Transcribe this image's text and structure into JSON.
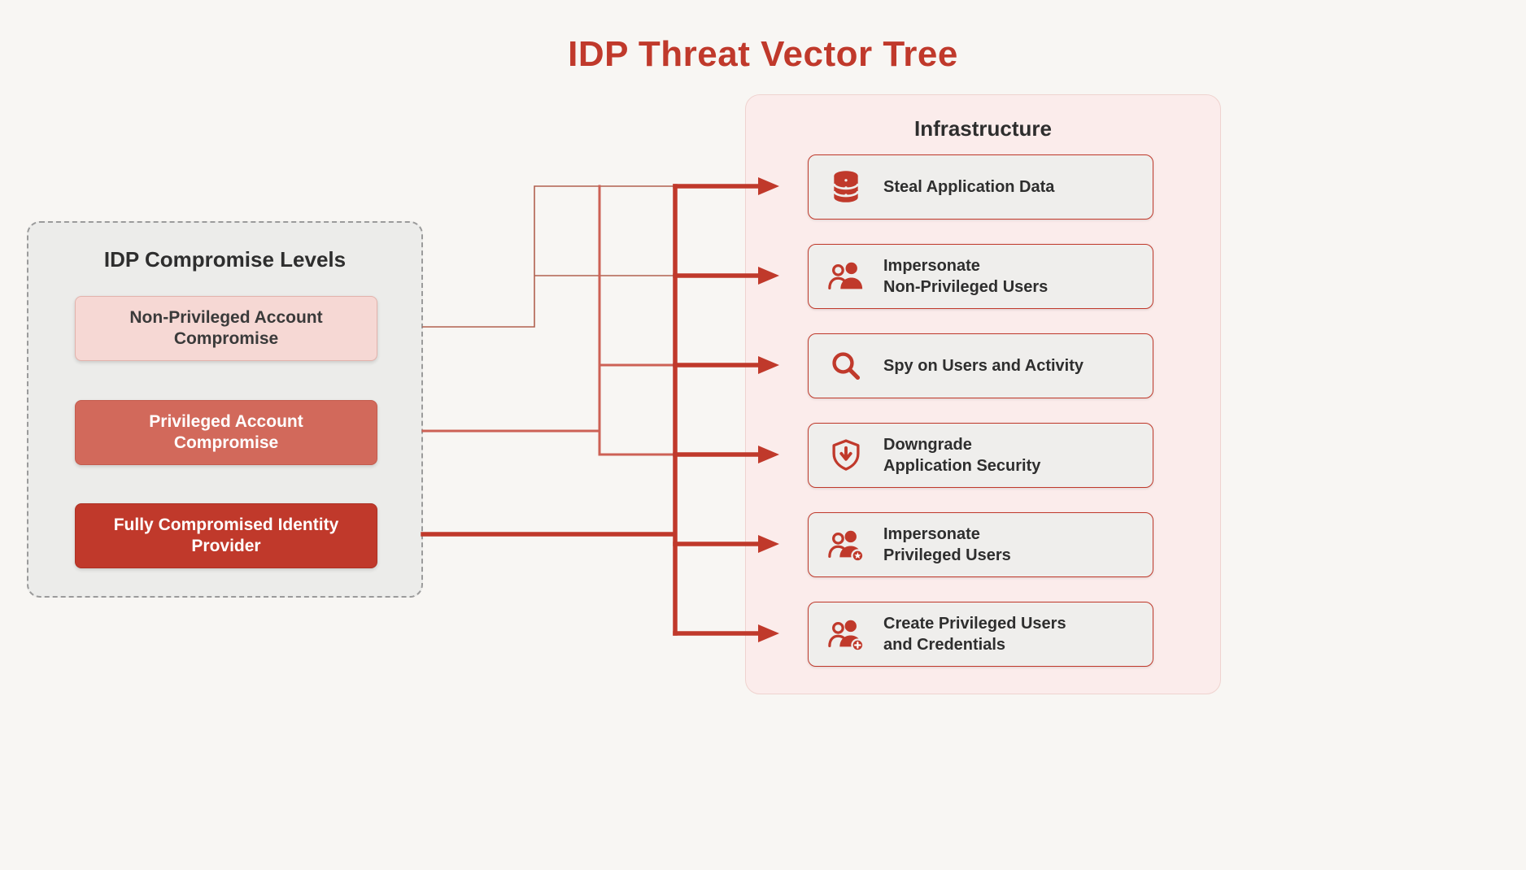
{
  "title": "IDP Threat Vector Tree",
  "left_panel": {
    "title": "IDP Compromise Levels",
    "levels": [
      {
        "label": "Non-Privileged Account\nCompromise",
        "severity": "low"
      },
      {
        "label": "Privileged Account\nCompromise",
        "severity": "medium"
      },
      {
        "label": "Fully Compromised Identity\nProvider",
        "severity": "high"
      }
    ]
  },
  "right_panel": {
    "title": "Infrastructure",
    "threats": [
      {
        "label": "Steal Application Data",
        "icon": "database-icon"
      },
      {
        "label": "Impersonate\nNon-Privileged Users",
        "icon": "users-icon"
      },
      {
        "label": "Spy on Users and Activity",
        "icon": "search-icon"
      },
      {
        "label": "Downgrade\nApplication Security",
        "icon": "shield-downgrade-icon"
      },
      {
        "label": "Impersonate\nPrivileged Users",
        "icon": "users-star-icon"
      },
      {
        "label": "Create Privileged Users\nand Credentials",
        "icon": "users-plus-icon"
      }
    ]
  },
  "connections": [
    {
      "from": "Non-Privileged Account Compromise",
      "weight": "thin",
      "to": [
        "Steal Application Data",
        "Impersonate Non-Privileged Users"
      ]
    },
    {
      "from": "Privileged Account Compromise",
      "weight": "medium",
      "to": [
        "Steal Application Data",
        "Impersonate Non-Privileged Users",
        "Spy on Users and Activity",
        "Downgrade Application Security"
      ]
    },
    {
      "from": "Fully Compromised Identity Provider",
      "weight": "thick",
      "to": [
        "Steal Application Data",
        "Impersonate Non-Privileged Users",
        "Spy on Users and Activity",
        "Downgrade Application Security",
        "Impersonate Privileged Users",
        "Create Privileged Users and Credentials"
      ]
    }
  ],
  "colors": {
    "accent_red": "#c0392b",
    "medium_red": "#cd6155",
    "thin_red": "#b1604f",
    "light_pink_box": "#f6d8d4",
    "panel_pink": "#fbeceb",
    "panel_gray": "#ececea",
    "item_gray": "#efeeec",
    "text_dark": "#2e2e2e",
    "background": "#f8f6f3"
  }
}
